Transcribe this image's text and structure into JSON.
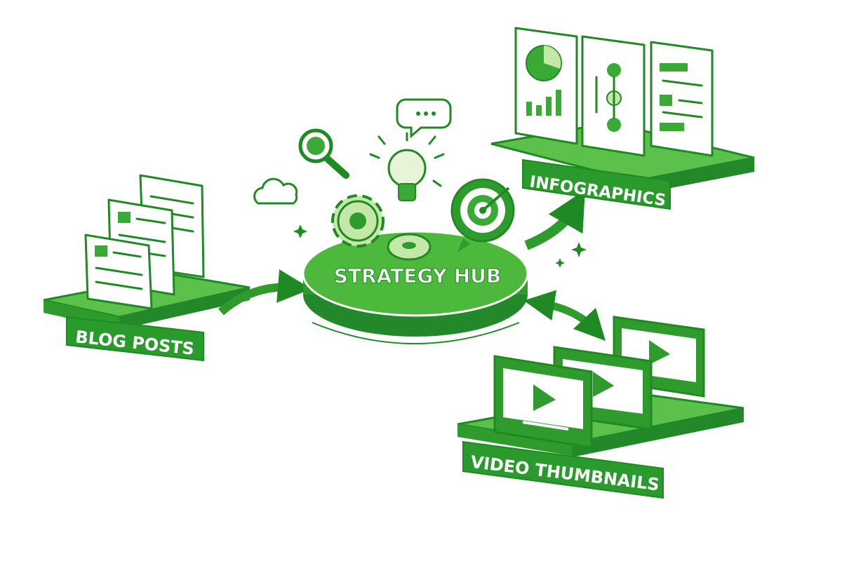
{
  "hub": {
    "label": "STRATEGY HUB"
  },
  "nodes": [
    {
      "label": "BLOG POSTS"
    },
    {
      "label": "INFOGRAPHICS"
    },
    {
      "label": "VIDEO THUMBNAILS"
    }
  ],
  "colors": {
    "primary": "#3aa935",
    "dark": "#1f8a23",
    "light": "#8fd16f",
    "pale": "#d6efc6"
  },
  "icons": [
    "magnifier-icon",
    "chat-bubble-icon",
    "lightbulb-icon",
    "cloud-icon",
    "gear-icon",
    "target-icon",
    "sparkle-icon"
  ]
}
